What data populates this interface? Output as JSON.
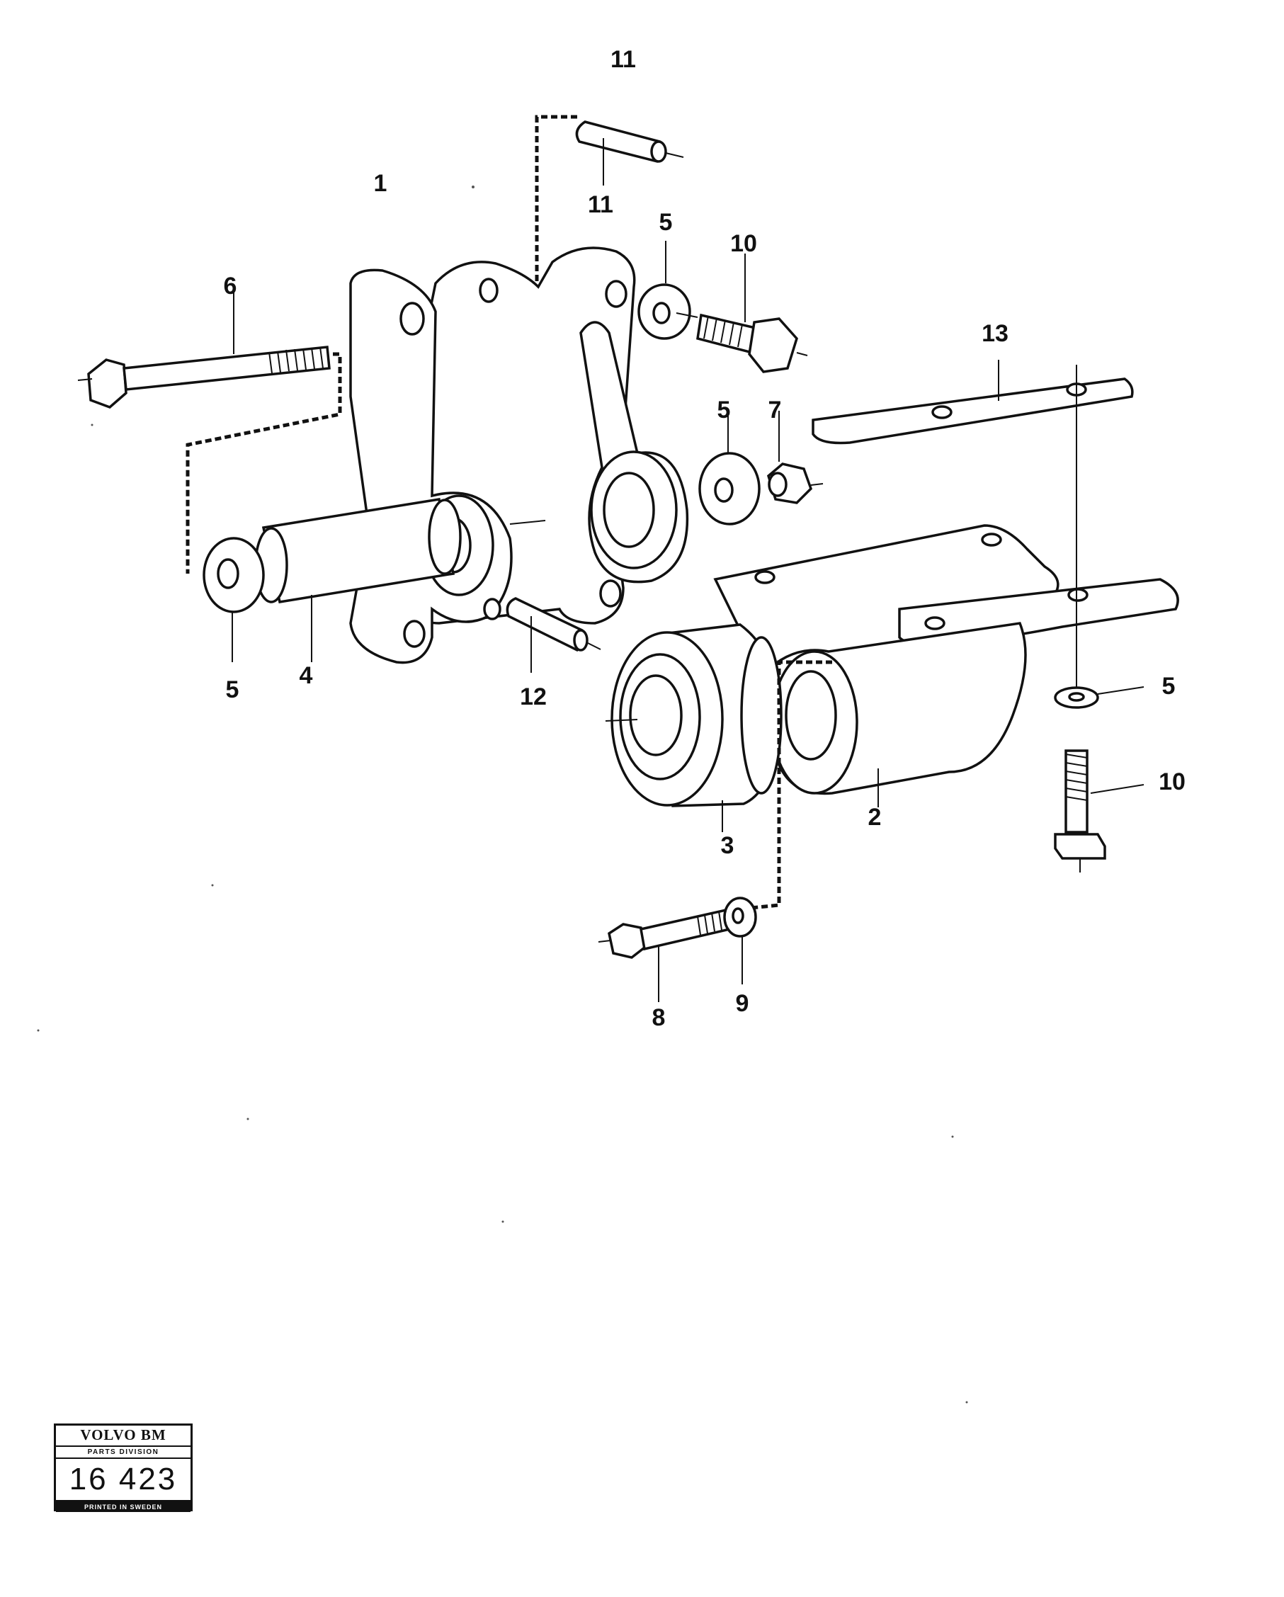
{
  "page_number": "11",
  "callouts": [
    "1",
    "2",
    "3",
    "4",
    "5",
    "5",
    "5",
    "5",
    "6",
    "7",
    "8",
    "9",
    "10",
    "10",
    "11",
    "12",
    "13"
  ],
  "stamp": {
    "brand": "VOLVO BM",
    "division": "PARTS DIVISION",
    "number": "16 423",
    "printed": "PRINTED IN SWEDEN"
  }
}
